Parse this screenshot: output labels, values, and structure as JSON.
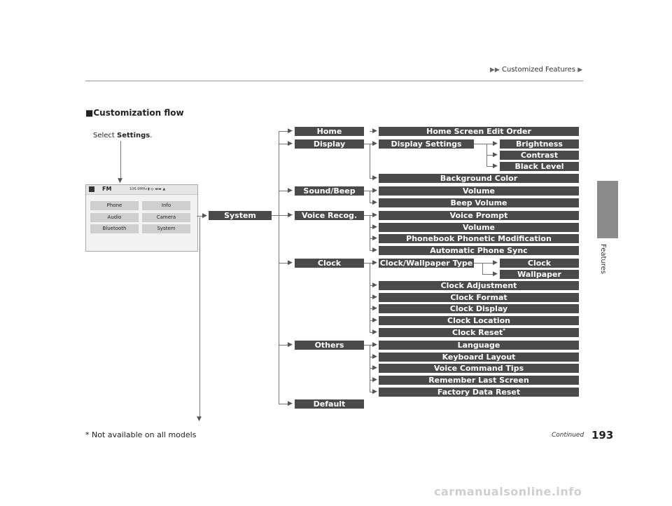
{
  "header": {
    "breadcrumb": "Customized Features",
    "section_tab": "Features"
  },
  "section_title": "Customization flow",
  "select_note": {
    "prefix": "Select ",
    "bold": "Settings",
    "suffix": "."
  },
  "screen": {
    "band": "FM",
    "freq": "106.9MHz",
    "buttons": [
      "Phone",
      "Info",
      "Audio",
      "Camera",
      "Bluetooth",
      "System"
    ]
  },
  "flow": {
    "system": "System",
    "level1": [
      "Home",
      "Display",
      "Sound/Beep",
      "Voice Recog.",
      "Clock",
      "Others",
      "Default"
    ],
    "home": [
      "Home Screen Edit Order"
    ],
    "display": {
      "settings": "Display Settings",
      "settings_items": [
        "Brightness",
        "Contrast",
        "Black Level"
      ],
      "background": "Background Color"
    },
    "sound": [
      "Volume",
      "Beep Volume"
    ],
    "voice": [
      "Voice Prompt",
      "Volume",
      "Phonebook Phonetic Modification",
      "Automatic Phone Sync"
    ],
    "clock": {
      "wallpaper_type": "Clock/Wallpaper Type",
      "wallpaper_items": [
        "Clock",
        "Wallpaper"
      ],
      "items": [
        "Clock Adjustment",
        "Clock Format",
        "Clock Display",
        "Clock Location",
        "Clock Reset"
      ],
      "reset_mark": "*"
    },
    "others": [
      "Language",
      "Keyboard Layout",
      "Voice Command Tips",
      "Remember Last Screen",
      "Factory Data Reset"
    ]
  },
  "footnote": "* Not available on all models",
  "continued": "Continued",
  "page_number": "193",
  "watermark": "carmanualsonline.info"
}
